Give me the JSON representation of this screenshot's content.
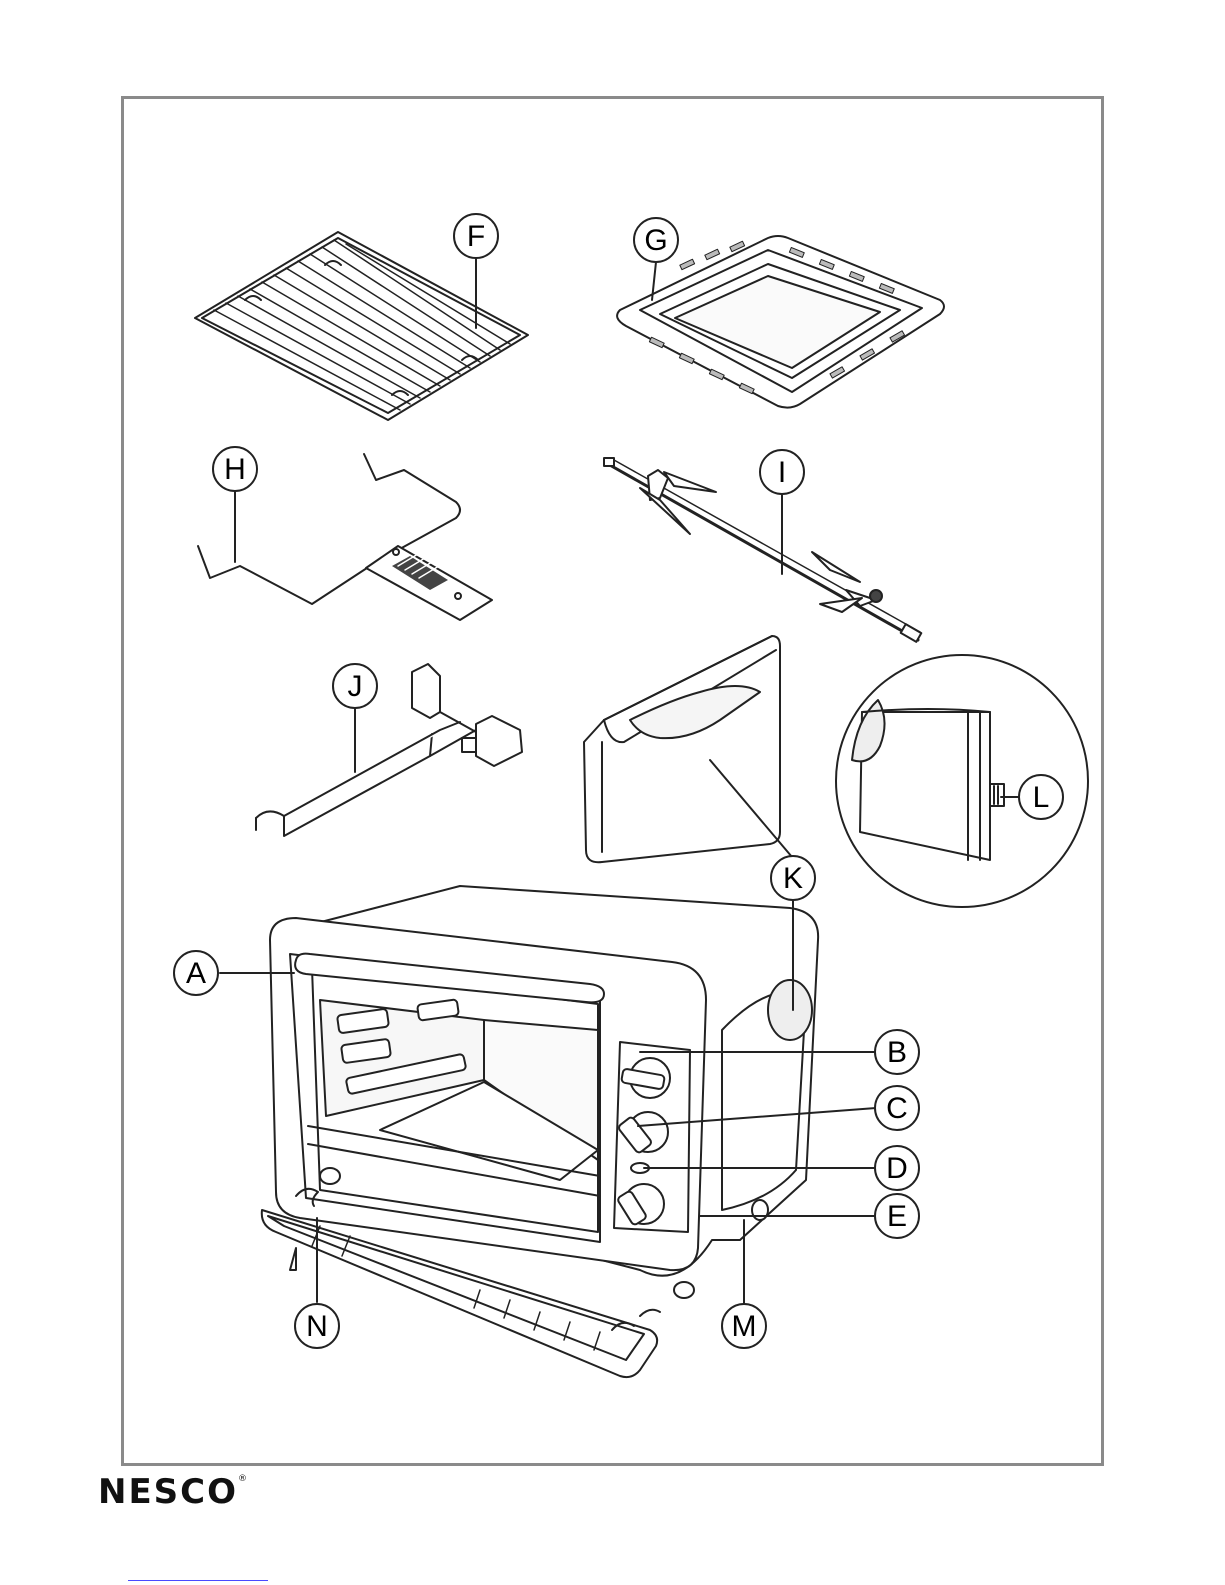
{
  "brand": {
    "name": "NESCO",
    "mark": "®"
  },
  "callouts": {
    "A": "A",
    "B": "B",
    "C": "C",
    "D": "D",
    "E": "E",
    "F": "F",
    "G": "G",
    "H": "H",
    "I": "I",
    "J": "J",
    "K": "K",
    "L": "L",
    "M": "M",
    "N": "N"
  },
  "colors": {
    "frame": "#8a8a8a",
    "line": "#222222",
    "fill_light": "#f2f2f2",
    "fill_mid": "#d6d6d6",
    "fill_dark": "#555555"
  }
}
